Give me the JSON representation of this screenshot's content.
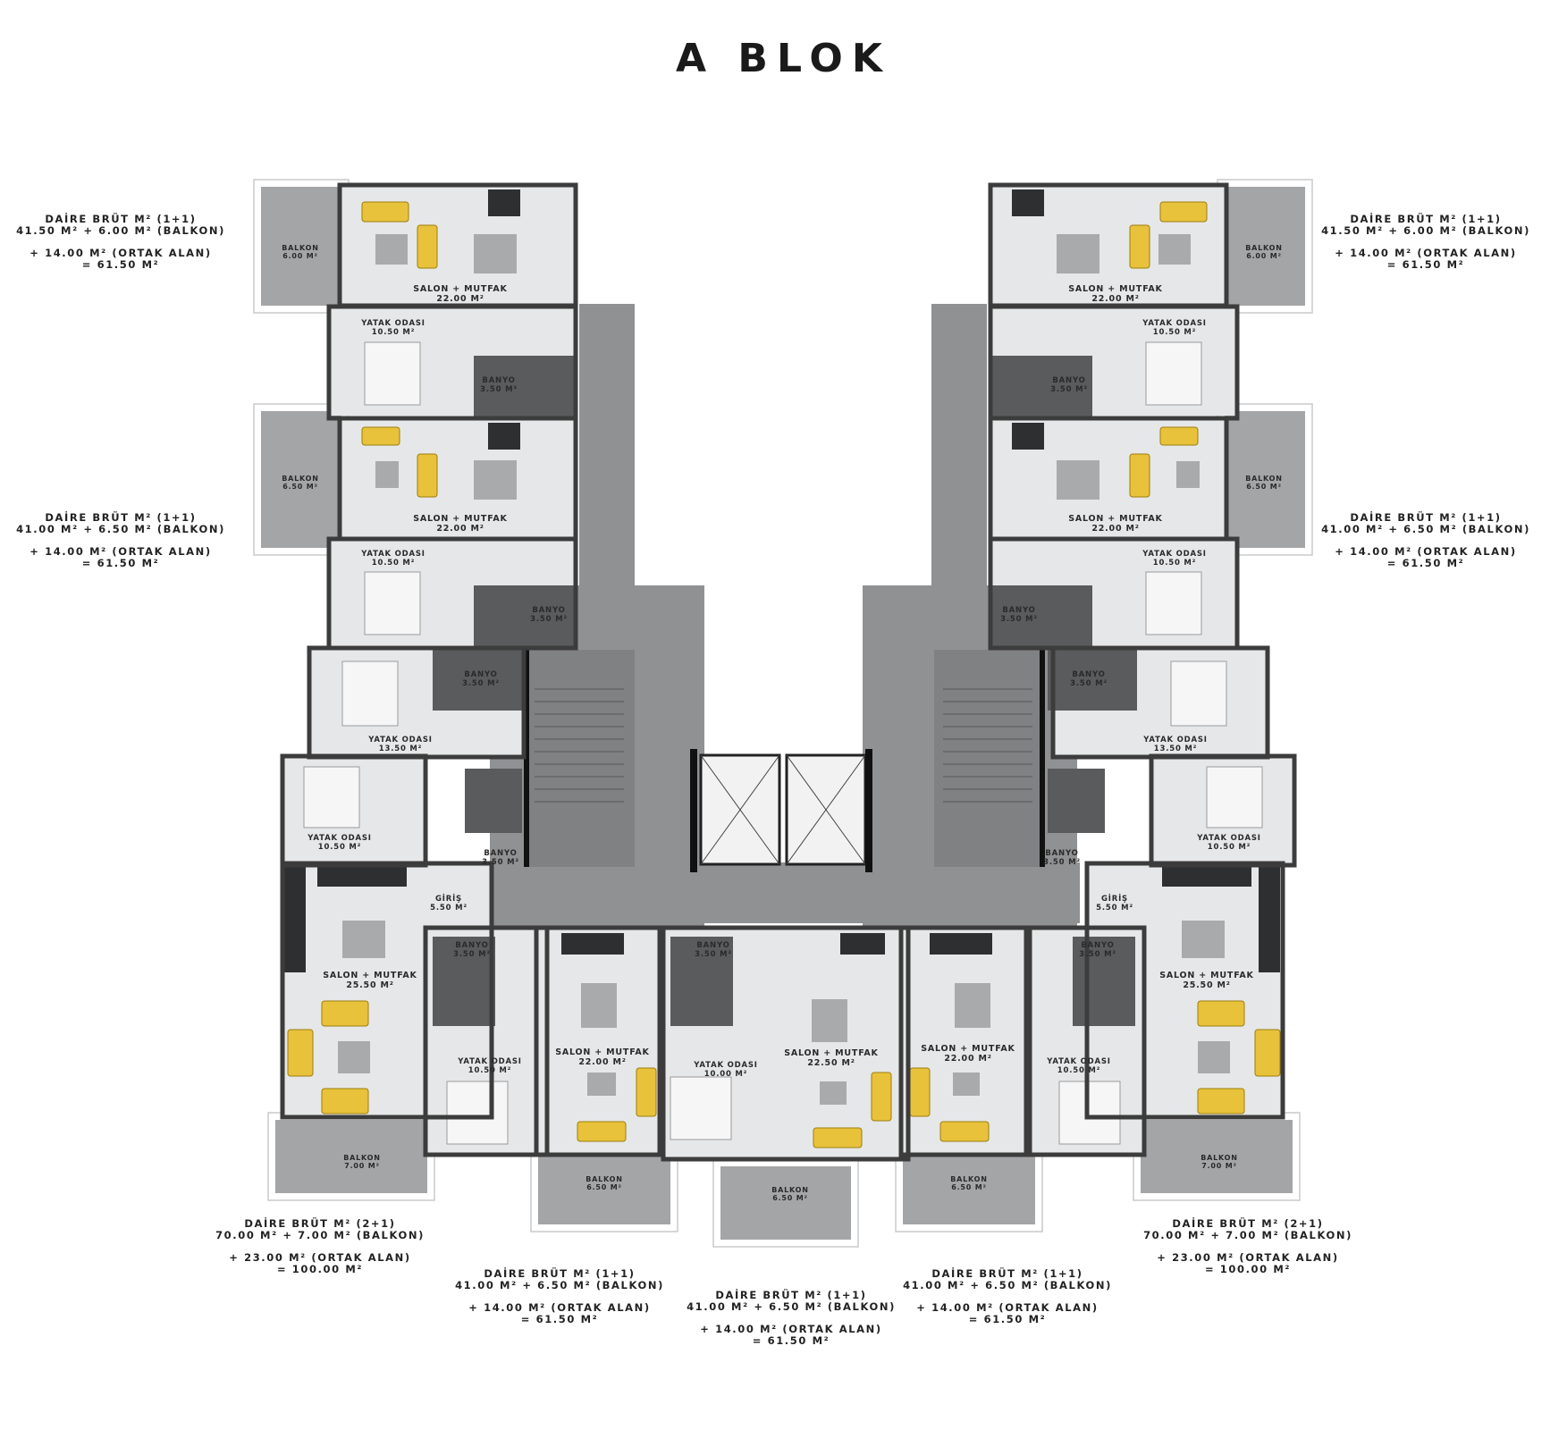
{
  "title": "A BLOK",
  "colors": {
    "wall": "#3c3c3c",
    "room": "#e6e7e8",
    "corridor": "#8f9193",
    "balcony": "#a3a5a7",
    "bath": "#5a5b5d",
    "furniture_yellow": "#e8c23a",
    "furniture_gray": "#a9aaab",
    "kitchen": "#2e2f31"
  },
  "units": [
    {
      "id": "u1",
      "l1": "DAİRE BRÜT M² (1+1)",
      "l2": "41.50 M² + 6.00 M² (BALKON)",
      "l3": "+ 14.00 M² (ORTAK ALAN)",
      "l4": "= 61.50 M²"
    },
    {
      "id": "u2",
      "l1": "DAİRE BRÜT M² (1+1)",
      "l2": "41.00 M² + 6.50 M² (BALKON)",
      "l3": "+ 14.00 M² (ORTAK ALAN)",
      "l4": "= 61.50 M²"
    },
    {
      "id": "u3",
      "l1": "DAİRE BRÜT M² (1+1)",
      "l2": "41.50 M² + 6.00 M² (BALKON)",
      "l3": "+ 14.00 M² (ORTAK ALAN)",
      "l4": "= 61.50 M²"
    },
    {
      "id": "u4",
      "l1": "DAİRE BRÜT M² (1+1)",
      "l2": "41.00 M² + 6.50 M² (BALKON)",
      "l3": "+ 14.00 M² (ORTAK ALAN)",
      "l4": "= 61.50 M²"
    },
    {
      "id": "u5",
      "l1": "DAİRE BRÜT M² (2+1)",
      "l2": "70.00 M² + 7.00 M² (BALKON)",
      "l3": "+ 23.00 M² (ORTAK ALAN)",
      "l4": "= 100.00 M²"
    },
    {
      "id": "u6",
      "l1": "DAİRE BRÜT M² (1+1)",
      "l2": "41.00 M² + 6.50 M² (BALKON)",
      "l3": "+ 14.00 M² (ORTAK ALAN)",
      "l4": "= 61.50 M²"
    },
    {
      "id": "u7",
      "l1": "DAİRE BRÜT M² (1+1)",
      "l2": "41.00 M² + 6.50 M² (BALKON)",
      "l3": "+ 14.00 M² (ORTAK ALAN)",
      "l4": "= 61.50 M²"
    },
    {
      "id": "u8",
      "l1": "DAİRE BRÜT M² (1+1)",
      "l2": "41.00 M² + 6.50 M² (BALKON)",
      "l3": "+ 14.00 M² (ORTAK ALAN)",
      "l4": "= 61.50 M²"
    },
    {
      "id": "u9",
      "l1": "DAİRE BRÜT M² (2+1)",
      "l2": "70.00 M² + 7.00 M² (BALKON)",
      "l3": "+ 23.00 M² (ORTAK ALAN)",
      "l4": "= 100.00 M²"
    }
  ],
  "rooms": [
    {
      "id": "r1",
      "name": "BALKON",
      "area": "6.00 M²"
    },
    {
      "id": "r2",
      "name": "SALON + MUTFAK",
      "area": "22.00 M²"
    },
    {
      "id": "r3",
      "name": "YATAK ODASI",
      "area": "10.50 M²"
    },
    {
      "id": "r4",
      "name": "BANYO",
      "area": "3.50 M²"
    },
    {
      "id": "r5",
      "name": "BALKON",
      "area": "6.50 M²"
    },
    {
      "id": "r6",
      "name": "SALON + MUTFAK",
      "area": "22.00 M²"
    },
    {
      "id": "r7",
      "name": "YATAK ODASI",
      "area": "10.50 M²"
    },
    {
      "id": "r8",
      "name": "BANYO",
      "area": "3.50 M²"
    },
    {
      "id": "r9",
      "name": "BALKON",
      "area": "6.00 M²"
    },
    {
      "id": "r10",
      "name": "SALON + MUTFAK",
      "area": "22.00 M²"
    },
    {
      "id": "r11",
      "name": "YATAK ODASI",
      "area": "10.50 M²"
    },
    {
      "id": "r12",
      "name": "BANYO",
      "area": "3.50 M²"
    },
    {
      "id": "r13",
      "name": "BALKON",
      "area": "6.50 M²"
    },
    {
      "id": "r14",
      "name": "SALON + MUTFAK",
      "area": "22.00 M²"
    },
    {
      "id": "r15",
      "name": "YATAK ODASI",
      "area": "10.50 M²"
    },
    {
      "id": "r16",
      "name": "BANYO",
      "area": "3.50 M²"
    },
    {
      "id": "r17",
      "name": "BANYO",
      "area": "3.50 M²"
    },
    {
      "id": "r18",
      "name": "YATAK ODASI",
      "area": "13.50 M²"
    },
    {
      "id": "r19",
      "name": "YATAK ODASI",
      "area": "10.50 M²"
    },
    {
      "id": "r20",
      "name": "BANYO",
      "area": "3.50 M²"
    },
    {
      "id": "r21",
      "name": "GİRİŞ",
      "area": "5.50 M²"
    },
    {
      "id": "r22",
      "name": "SALON + MUTFAK",
      "area": "25.50 M²"
    },
    {
      "id": "r23",
      "name": "BALKON",
      "area": "7.00 M²"
    },
    {
      "id": "r24",
      "name": "BANYO",
      "area": "3.50 M²"
    },
    {
      "id": "r25",
      "name": "YATAK ODASI",
      "area": "13.50 M²"
    },
    {
      "id": "r26",
      "name": "YATAK ODASI",
      "area": "10.50 M²"
    },
    {
      "id": "r27",
      "name": "BANYO",
      "area": "3.50 M²"
    },
    {
      "id": "r28",
      "name": "GİRİŞ",
      "area": "5.50 M²"
    },
    {
      "id": "r29",
      "name": "SALON + MUTFAK",
      "area": "25.50 M²"
    },
    {
      "id": "r30",
      "name": "BALKON",
      "area": "7.00 M²"
    },
    {
      "id": "r31",
      "name": "BANYO",
      "area": "3.50 M²"
    },
    {
      "id": "r32",
      "name": "YATAK ODASI",
      "area": "10.50 M²"
    },
    {
      "id": "r33",
      "name": "SALON + MUTFAK",
      "area": "22.00 M²"
    },
    {
      "id": "r34",
      "name": "BALKON",
      "area": "6.50 M²"
    },
    {
      "id": "r35",
      "name": "BANYO",
      "area": "3.50 M²"
    },
    {
      "id": "r36",
      "name": "YATAK ODASI",
      "area": "10.00 M²"
    },
    {
      "id": "r37",
      "name": "SALON + MUTFAK",
      "area": "22.50 M²"
    },
    {
      "id": "r38",
      "name": "BALKON",
      "area": "6.50 M²"
    },
    {
      "id": "r39",
      "name": "SALON + MUTFAK",
      "area": "22.00 M²"
    },
    {
      "id": "r40",
      "name": "BANYO",
      "area": "3.50 M²"
    },
    {
      "id": "r41",
      "name": "YATAK ODASI",
      "area": "10.50 M²"
    },
    {
      "id": "r42",
      "name": "BALKON",
      "area": "6.50 M²"
    }
  ]
}
